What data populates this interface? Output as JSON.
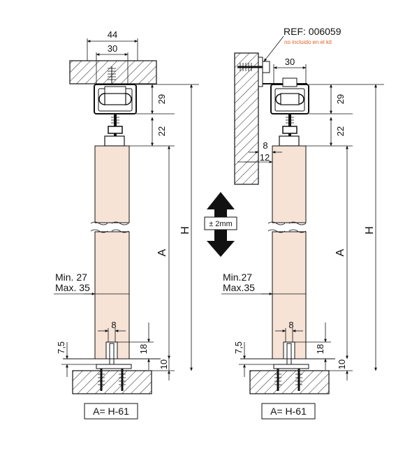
{
  "left": {
    "dims": {
      "w44": "44",
      "w30": "30",
      "h29": "29",
      "h22": "22",
      "H": "H",
      "A": "A",
      "min": "Min. 27",
      "max": "Max. 35",
      "w8": "8",
      "h18": "18",
      "h7_5": "7,5",
      "h10": "10"
    },
    "formula": "A= H-61"
  },
  "right": {
    "ref": "REF: 006059",
    "note": "no incluido en el kit",
    "dims": {
      "w30": "30",
      "h29": "29",
      "h22": "22",
      "w8top": "8",
      "w12": "12",
      "H": "H",
      "A": "A",
      "min": "Min.27",
      "max": "Max.35",
      "w8": "8",
      "h18": "18",
      "h7_5": "7,5",
      "h10": "10"
    },
    "formula": "A= H-61"
  },
  "adjust": {
    "label": "± 2mm"
  },
  "colors": {
    "door": "#f6e3d6",
    "ref_note": "#e0632a",
    "line": "#111111"
  }
}
